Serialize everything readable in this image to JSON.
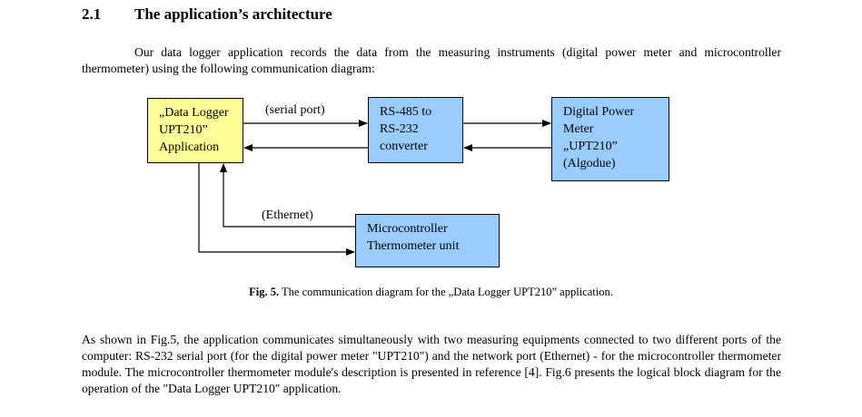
{
  "section": {
    "number": "2.1",
    "title": "The application’s architecture"
  },
  "intro_paragraph": "Our data logger application records the data from the measuring instruments (digital power meter and microcontroller thermometer) using the following communication diagram:",
  "diagram": {
    "boxes": {
      "app": [
        "„Data Logger",
        "UPT210”",
        "Application"
      ],
      "converter": [
        "RS-485 to",
        "RS-232",
        "converter"
      ],
      "meter": [
        "Digital Power",
        "Meter",
        "„UPT210”",
        "(Algodue)"
      ],
      "thermometer": [
        "Microcontroller",
        "Thermometer unit"
      ]
    },
    "labels": {
      "serial": "(serial port)",
      "ethernet": "(Ethernet)"
    },
    "colors": {
      "app_fill": "#ffff99",
      "device_fill": "#99ccff"
    }
  },
  "caption": {
    "label": "Fig. 5.",
    "text": "The communication diagram for the „Data Logger UPT210” application."
  },
  "body_paragraph": "As shown in Fig.5, the application communicates simultaneously with two measuring equipments connected to two different ports of the computer: RS-232 serial port (for the digital power meter \"UPT210\") and the network port (Ethernet) - for the microcontroller thermometer module. The microcontroller thermometer module's description is presented in reference [4]. Fig.6 presents the logical block diagram for the operation of the \"Data Logger UPT210\" application."
}
